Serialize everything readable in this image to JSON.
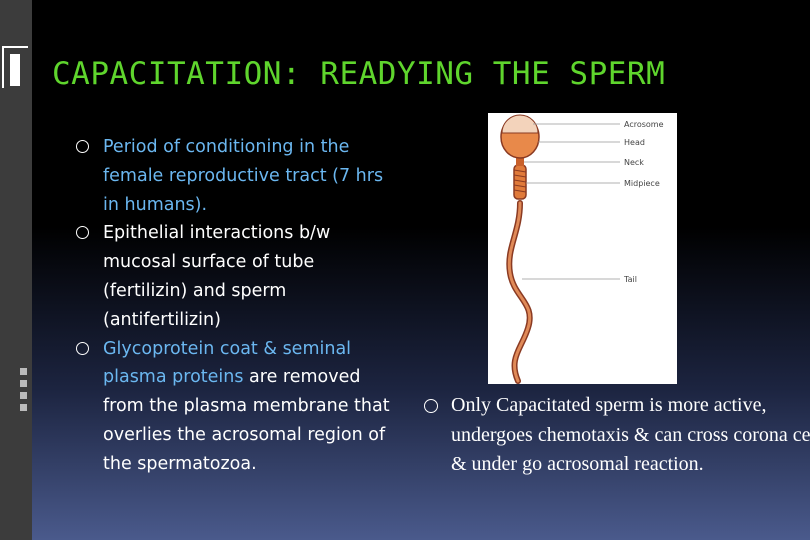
{
  "title": "CAPACITATION: READYING THE SPERM",
  "bullets": [
    {
      "highlight": "Period of conditioning in the female reproductive tract (7 hrs in humans).",
      "rest": ""
    },
    {
      "highlight": "",
      "rest": "Epithelial interactions b/w mucosal surface of tube (fertilizin) and sperm (antifertilizin)"
    },
    {
      "highlight": "Glycoprotein coat & seminal plasma proteins",
      "rest": " are removed from the plasma membrane that overlies the acrosomal region of the spermatozoa."
    }
  ],
  "diagram": {
    "labels": {
      "acrosome": "Acrosome",
      "head": "Head",
      "neck": "Neck",
      "midpiece": "Midpiece",
      "tail": "Tail"
    }
  },
  "note": "Only Capacitated sperm is more active, undergoes chemotaxis & can cross corona cells & under go acrosomal reaction.",
  "colors": {
    "title": "#5fd52d",
    "highlight": "#6bb7f0",
    "body_text": "#ffffff"
  },
  "icons": {
    "bullet": "hollow-circle-icon"
  }
}
